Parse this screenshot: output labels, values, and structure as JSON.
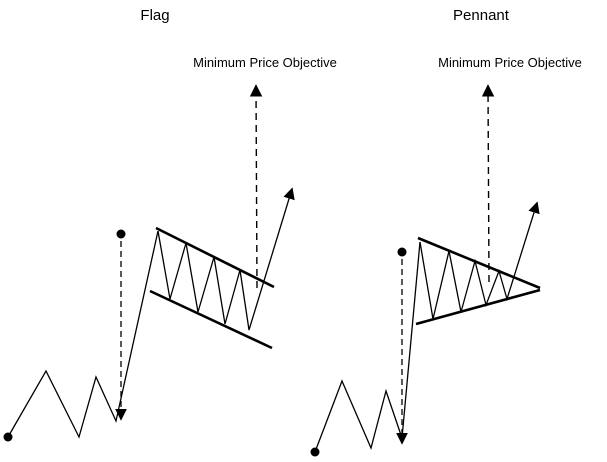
{
  "diagram": {
    "left": {
      "title": "Flag",
      "objective_label": "Minimum Price Objective"
    },
    "right": {
      "title": "Pennant",
      "objective_label": "Minimum Price Objective"
    }
  },
  "colors": {
    "line": "#000000",
    "background": "#ffffff"
  }
}
